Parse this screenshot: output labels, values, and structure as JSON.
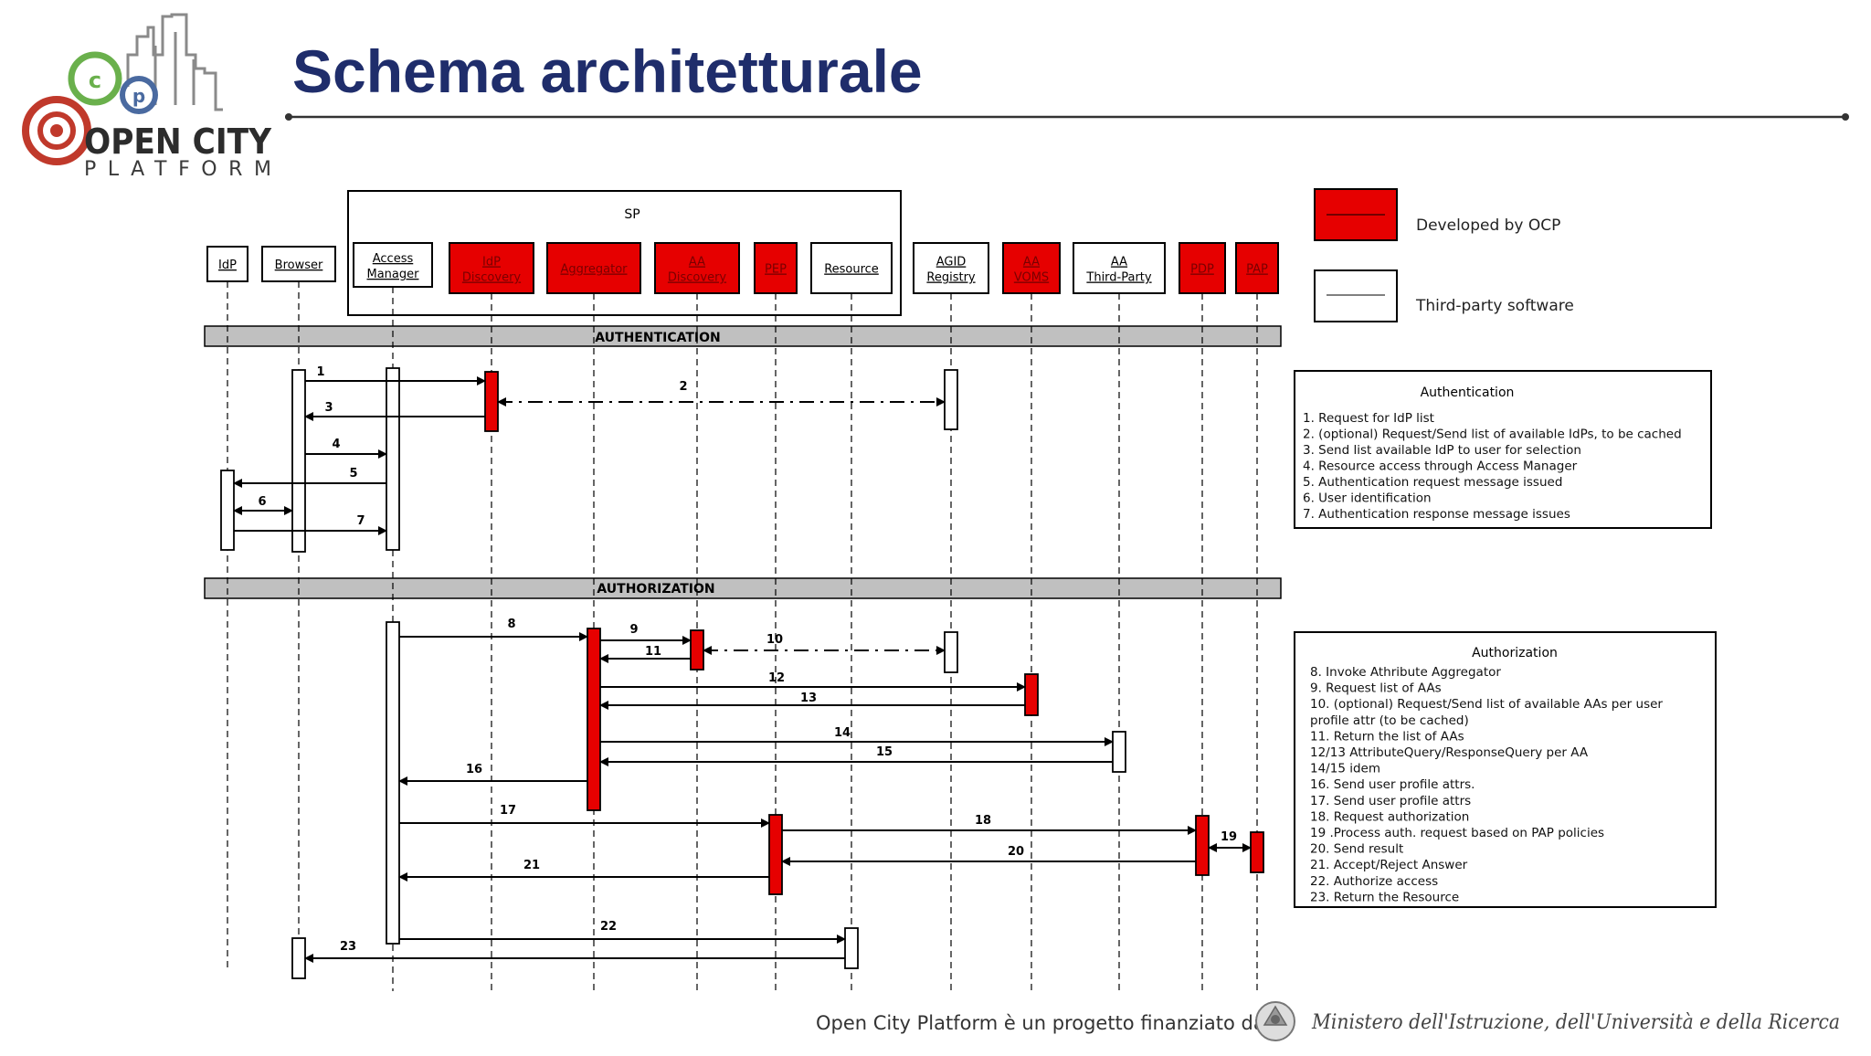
{
  "slide": {
    "title": "Schema architetturale",
    "colors": {
      "title": "#1f2d6b",
      "ocp_red": "#e60000",
      "band_gray": "#c0c0c0",
      "rule": "#333333"
    }
  },
  "logo": {
    "brand_line1": "OPEN CITY",
    "brand_line2": "PLATFORM",
    "icon": "open-city-logo-icon"
  },
  "sp_group": {
    "label": "SP"
  },
  "participants": [
    {
      "key": "idp",
      "label": [
        "IdP"
      ],
      "ocp": false
    },
    {
      "key": "browser",
      "label": [
        "Browser"
      ],
      "ocp": false
    },
    {
      "key": "access_manager",
      "label": [
        "Access",
        "Manager"
      ],
      "ocp": false
    },
    {
      "key": "idp_discovery",
      "label": [
        "IdP",
        "Discovery"
      ],
      "ocp": true
    },
    {
      "key": "aggregator",
      "label": [
        "Aggregator"
      ],
      "ocp": true
    },
    {
      "key": "aa_discovery",
      "label": [
        "AA",
        "Discovery"
      ],
      "ocp": true
    },
    {
      "key": "pep",
      "label": [
        "PEP"
      ],
      "ocp": true
    },
    {
      "key": "resource",
      "label": [
        "Resource"
      ],
      "ocp": false
    },
    {
      "key": "agid_registry",
      "label": [
        "AGID",
        "Registry"
      ],
      "ocp": false
    },
    {
      "key": "aa_voms",
      "label": [
        "AA",
        "VOMS"
      ],
      "ocp": true
    },
    {
      "key": "aa_third_party",
      "label": [
        "AA",
        "Third-Party"
      ],
      "ocp": false
    },
    {
      "key": "pdp",
      "label": [
        "PDP"
      ],
      "ocp": true
    },
    {
      "key": "pap",
      "label": [
        "PAP"
      ],
      "ocp": true
    }
  ],
  "phases": {
    "authentication": "AUTHENTICATION",
    "authorization": "AUTHORIZATION"
  },
  "messages": [
    {
      "n": "1",
      "from": "browser",
      "to": "idp_discovery",
      "style": "solid"
    },
    {
      "n": "2",
      "from": "idp_discovery",
      "to": "agid_registry",
      "style": "dashdot",
      "both": true
    },
    {
      "n": "3",
      "from": "idp_discovery",
      "to": "browser",
      "style": "solid"
    },
    {
      "n": "4",
      "from": "browser",
      "to": "access_manager",
      "style": "solid"
    },
    {
      "n": "5",
      "from": "access_manager",
      "to": "idp",
      "style": "solid"
    },
    {
      "n": "6",
      "from": "idp",
      "to": "browser",
      "style": "solid",
      "both": true
    },
    {
      "n": "7",
      "from": "idp",
      "to": "access_manager",
      "style": "solid"
    },
    {
      "n": "8",
      "from": "access_manager",
      "to": "aggregator",
      "style": "solid"
    },
    {
      "n": "9",
      "from": "aggregator",
      "to": "aa_discovery",
      "style": "solid"
    },
    {
      "n": "10",
      "from": "aa_discovery",
      "to": "agid_registry",
      "style": "dashdot",
      "both": true
    },
    {
      "n": "11",
      "from": "aa_discovery",
      "to": "aggregator",
      "style": "solid"
    },
    {
      "n": "12",
      "from": "aggregator",
      "to": "aa_voms",
      "style": "solid"
    },
    {
      "n": "13",
      "from": "aa_voms",
      "to": "aggregator",
      "style": "solid"
    },
    {
      "n": "14",
      "from": "aggregator",
      "to": "aa_third_party",
      "style": "solid"
    },
    {
      "n": "15",
      "from": "aa_third_party",
      "to": "aggregator",
      "style": "solid"
    },
    {
      "n": "16",
      "from": "aggregator",
      "to": "access_manager",
      "style": "solid"
    },
    {
      "n": "17",
      "from": "access_manager",
      "to": "pep",
      "style": "solid"
    },
    {
      "n": "18",
      "from": "pep",
      "to": "pdp",
      "style": "solid"
    },
    {
      "n": "19",
      "from": "pdp",
      "to": "pap",
      "style": "solid",
      "both": true
    },
    {
      "n": "20",
      "from": "pdp",
      "to": "pep",
      "style": "solid"
    },
    {
      "n": "21",
      "from": "pep",
      "to": "access_manager",
      "style": "solid"
    },
    {
      "n": "22",
      "from": "access_manager",
      "to": "resource",
      "style": "solid"
    },
    {
      "n": "23",
      "from": "resource",
      "to": "browser",
      "style": "solid"
    }
  ],
  "legend": {
    "developed": "Developed by OCP",
    "third_party": "Third-party software"
  },
  "auth_box": {
    "title": "Authentication",
    "lines": [
      "1. Request for IdP list",
      "2. (optional) Request/Send list of available IdPs, to be cached",
      "3. Send list available IdP to user for selection",
      "4. Resource access through Access Manager",
      "5. Authentication request message issued",
      "6. User identification",
      "7. Authentication response message issues"
    ]
  },
  "authz_box": {
    "title": "Authorization",
    "lines": [
      "8. Invoke Athribute Aggregator",
      "9. Request list of AAs",
      "10. (optional) Request/Send list of available AAs per user",
      "profile attr (to be cached)",
      "11. Return the list of AAs",
      "12/13 AttributeQuery/ResponseQuery per AA",
      "14/15 idem",
      "16. Send user profile attrs.",
      "17. Send user profile attrs",
      "18. Request authorization",
      "19 .Process auth. request based on PAP policies",
      "20. Send result",
      "21. Accept/Reject Answer",
      "22. Authorize access",
      "23. Return the Resource"
    ]
  },
  "footer": {
    "funding": "Open City Platform è un progetto finanziato da",
    "ministry": "Ministero dell'Istruzione, dell'Università e della Ricerca",
    "emblem": "italian-republic-emblem-icon"
  }
}
